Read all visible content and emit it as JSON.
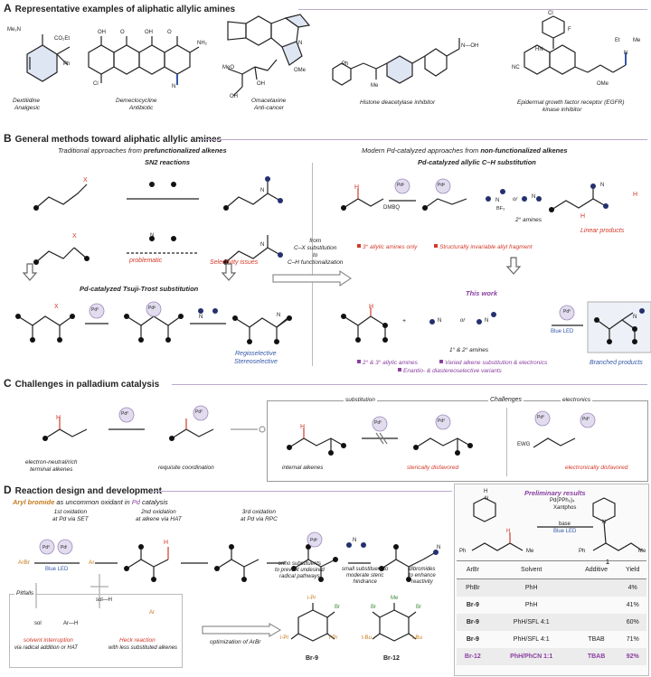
{
  "panelA": {
    "letter": "A",
    "title": "Representative examples of aliphatic allylic amines",
    "examples": [
      {
        "name": "Dextilidine",
        "desc": "Analgesic"
      },
      {
        "name": "Demeclocycline",
        "desc": "Antibiotic"
      },
      {
        "name": "Omacetaxine",
        "desc": "Anti-cancer"
      },
      {
        "name": "Histone deacetylase inhibitor",
        "desc": ""
      },
      {
        "name": "Epidermal growth factor receptor (EGFR)",
        "desc": "kinase inhibitor"
      }
    ],
    "atoms": {
      "me2n": "Me₂N",
      "co2et": "CO₂Et",
      "ph": "Ph",
      "oh": "OH",
      "cl": "Cl",
      "nh2": "NH₂",
      "h": "H",
      "meo": "MeO",
      "ome": "OMe",
      "o": "O",
      "n": "N",
      "nhoh": "N—OH",
      "f": "F",
      "hn": "HN",
      "nc": "NC",
      "et": "Et",
      "me": "Me"
    }
  },
  "panelB": {
    "letter": "B",
    "title": "General methods toward aliphatic allylic amines",
    "left_sub_plain": "Traditional approaches from ",
    "left_sub_bold": "prefunctionalized alkenes",
    "sn2": "SN2 reactions",
    "x": "X",
    "n": "N",
    "h": "H",
    "problematic": "problematic",
    "selectivity": "Selectivity issues",
    "tsuji": "Pd-catalyzed Tsuji-Trost substitution",
    "pd": "Pd⁰",
    "pd2": "Pdᴵᴵ",
    "regio": "Regioselective",
    "stereo": "Stereoselective",
    "center": [
      "from",
      "C–X substitution",
      "to",
      "C–H functionalization"
    ],
    "right_sub_plain": "Modern Pd-catalyzed approaches from ",
    "right_sub_bold": "non-functionalized alkenes",
    "ch_sub": "Pd-catalyzed allylic C–H substitution",
    "dmbq": "DMBQ",
    "bf3": "BF₃",
    "or": "or",
    "amines2": "2° amines",
    "linear": "Linear products",
    "bullets_top": [
      "3° allylic amines only",
      "Structurally invariable allyl fragment"
    ],
    "this_work": "This work",
    "amines12": "1° & 2° amines",
    "blue_led": "Blue LED",
    "branched": "Branched products",
    "bullets_bottom": [
      "2° & 3° allylic amines",
      "Varied alkene substitution & electronics",
      "Enantio- & diastereoselective variants"
    ]
  },
  "panelC": {
    "letter": "C",
    "title": "Challenges in palladium catalysis",
    "term_alk": [
      "electron-neutral/rich",
      "terminal alkenes"
    ],
    "coord": "requisite coordination",
    "substitution": "substitution",
    "challenges": "Challenges",
    "electronics": "electronics",
    "internal": "internal alkenes",
    "steric": "sterically disfavored",
    "ewg": "EWG",
    "electronic": "electronically disfavored",
    "pd": "Pd⁰",
    "h": "H"
  },
  "panelD": {
    "letter": "D",
    "title": "Reaction design and development",
    "sub_a": "Aryl bromide",
    "sub_b": " as uncommon oxidant in ",
    "sub_c": "Pd",
    "sub_d": " catalysis",
    "ox1": [
      "1st oxidation",
      "at Pd via SET"
    ],
    "ox2": [
      "2nd oxidation",
      "at alkene via HAT"
    ],
    "ox3": [
      "3rd oxidation",
      "at Pd via RPC"
    ],
    "arbr": "ArBr",
    "ar": "Ar",
    "blue_led": "Blue LED",
    "pd0": "Pd⁰",
    "pd1": "Pdᴵ",
    "pd2": "Pdᴵᴵ",
    "pitfalls": "Pitfalls",
    "sol": "sol",
    "solH": "sol—H",
    "arH": "Ar—H",
    "solvent_int": "solvent interruption",
    "solvent_int2": "via radical addition or HAT",
    "heck": "Heck reaction",
    "heck2": "with less substituted alkenes",
    "optimization": "optimization of ArBr",
    "ortho": [
      "ortho substituents",
      "to prevent undesired",
      "radical pathways"
    ],
    "small": [
      "small substituent to",
      "moderate steric",
      "hindrance"
    ],
    "dibromides": [
      "dibromides",
      "to enhance",
      "reactivity"
    ],
    "br9": "Br-9",
    "br12": "Br-12",
    "ipr": "i-Pr",
    "tbu": "t-Bu",
    "br": "Br",
    "me": "Me",
    "h": "H",
    "n": "N"
  },
  "results": {
    "title": "Preliminary results",
    "catalyst": "Pd(PPh₃)₄",
    "ligand": "Xantphos",
    "base": "base",
    "light": "Blue LED",
    "compound": "1",
    "ph": "Ph",
    "me": "Me",
    "h": "H",
    "n": "N",
    "headers": [
      "ArBr",
      "Solvent",
      "Additive",
      "Yield"
    ],
    "rows": [
      {
        "arbr": "PhBr",
        "solvent": "PhH",
        "additive": "",
        "yield": "4%"
      },
      {
        "arbr": "Br-9",
        "solvent": "PhH",
        "additive": "",
        "yield": "41%"
      },
      {
        "arbr": "Br-9",
        "solvent": "PhH/SFL 4:1",
        "additive": "",
        "yield": "60%"
      },
      {
        "arbr": "Br-9",
        "solvent": "PhH/SFL 4:1",
        "additive": "TBAB",
        "yield": "71%"
      },
      {
        "arbr": "Br-12",
        "solvent": "PhH/PhCN 1:1",
        "additive": "TBAB",
        "yield": "92%"
      }
    ]
  }
}
